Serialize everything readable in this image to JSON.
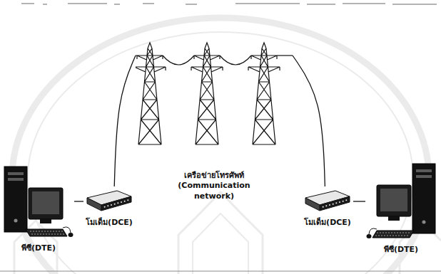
{
  "diagram": {
    "nodes": [
      {
        "text": [
          "พีซี(DTE)"
        ]
      },
      {
        "text": [
          "โมเด็ม(DCE)"
        ]
      },
      {
        "text": [
          "เครือข่ายโทรศัพท์ (Communication network)"
        ]
      },
      {
        "text": [
          "โมเด็ม(DCE)"
        ]
      },
      {
        "text": [
          "พีซี(DTE)"
        ]
      }
    ],
    "edges": [
      {
        "from": 0,
        "to": 1,
        "arrow": "none"
      },
      {
        "from": 1,
        "to": 2,
        "arrow": "none"
      },
      {
        "from": 2,
        "to": 3,
        "arrow": "none"
      },
      {
        "from": 3,
        "to": 4,
        "arrow": "none"
      }
    ]
  }
}
